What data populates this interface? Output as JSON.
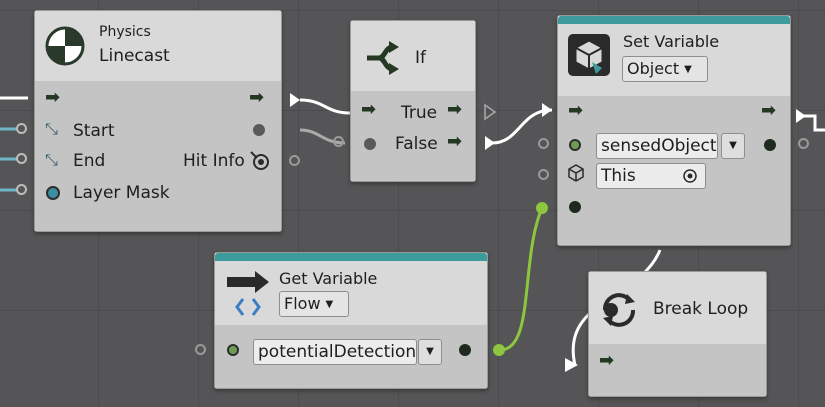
{
  "nodes": {
    "linecast": {
      "category": "Physics",
      "title": "Linecast",
      "ports": {
        "start": "Start",
        "end": "End",
        "layer_mask": "Layer Mask",
        "hit_info": "Hit Info"
      },
      "icon": "physics-icon"
    },
    "if_node": {
      "title": "If",
      "ports": {
        "true": "True",
        "false": "False"
      },
      "icon": "branch-icon"
    },
    "set_variable": {
      "title": "Set Variable",
      "kind_value": "Object",
      "variable_value": "sensedObject",
      "target_value": "This",
      "icon": "cube-icon"
    },
    "get_variable": {
      "title": "Get Variable",
      "kind_value": "Flow",
      "variable_value": "potentialDetection",
      "icon": "arrow-variable-icon"
    },
    "break_loop": {
      "title": "Break Loop",
      "icon": "loop-icon"
    }
  },
  "colors": {
    "canvas": "#555557",
    "node_body": "#c8c8c8",
    "header_accent": "#3d9b9b",
    "wire_white": "#ffffff",
    "wire_green": "#8dc63f"
  }
}
